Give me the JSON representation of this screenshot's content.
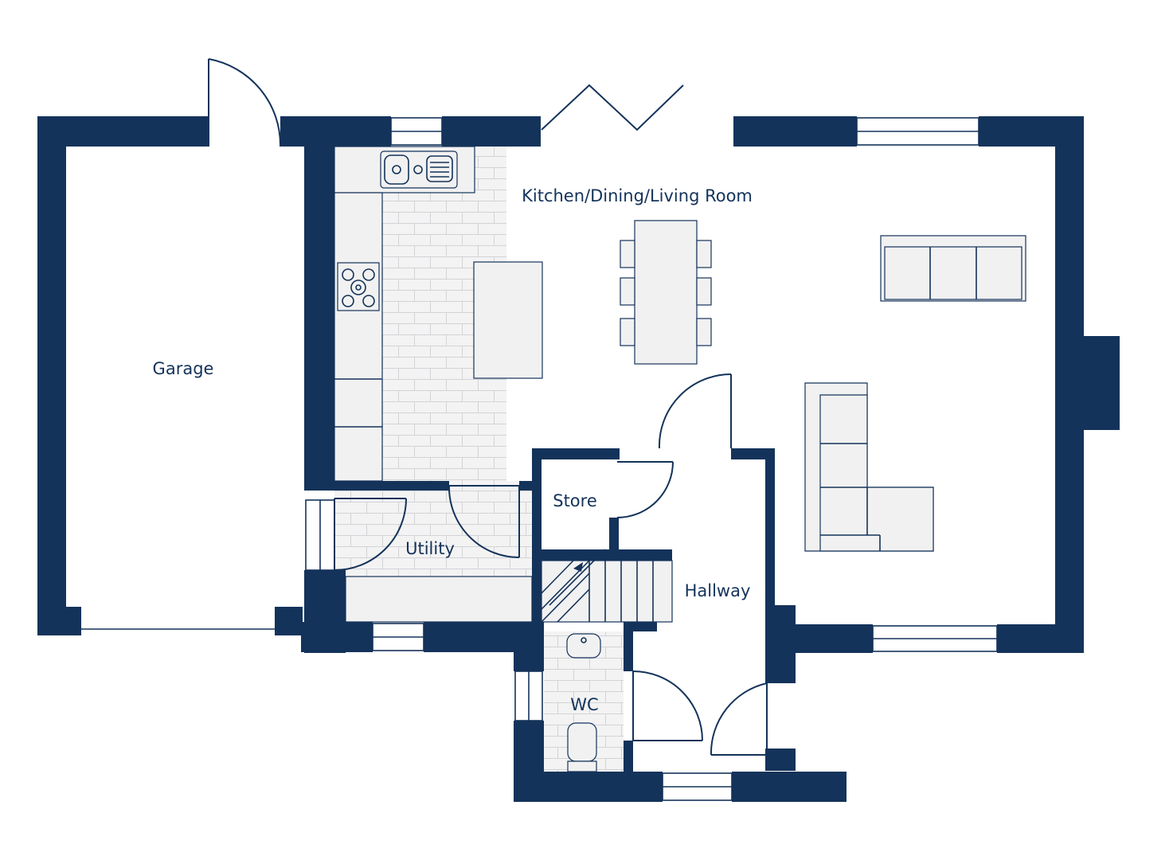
{
  "plan": {
    "colors": {
      "wall": "#14335a",
      "floor_tile": "#f3f3f3",
      "tile_grout": "#d3d3d8",
      "background": "#ffffff"
    },
    "rooms": [
      {
        "key": "garage",
        "name": "Garage"
      },
      {
        "key": "kitchen",
        "name": "Kitchen/Dining/Living Room"
      },
      {
        "key": "store",
        "name": "Store"
      },
      {
        "key": "utility",
        "name": "Utility"
      },
      {
        "key": "hallway",
        "name": "Hallway"
      },
      {
        "key": "wc",
        "name": "WC"
      }
    ],
    "fixtures": [
      "sink-icon",
      "hob-icon",
      "kitchen-island",
      "dining-table",
      "dining-chair",
      "three-seat-sofa",
      "corner-sofa",
      "staircase",
      "toilet-icon",
      "basin-icon",
      "bifold-door-icon"
    ]
  }
}
